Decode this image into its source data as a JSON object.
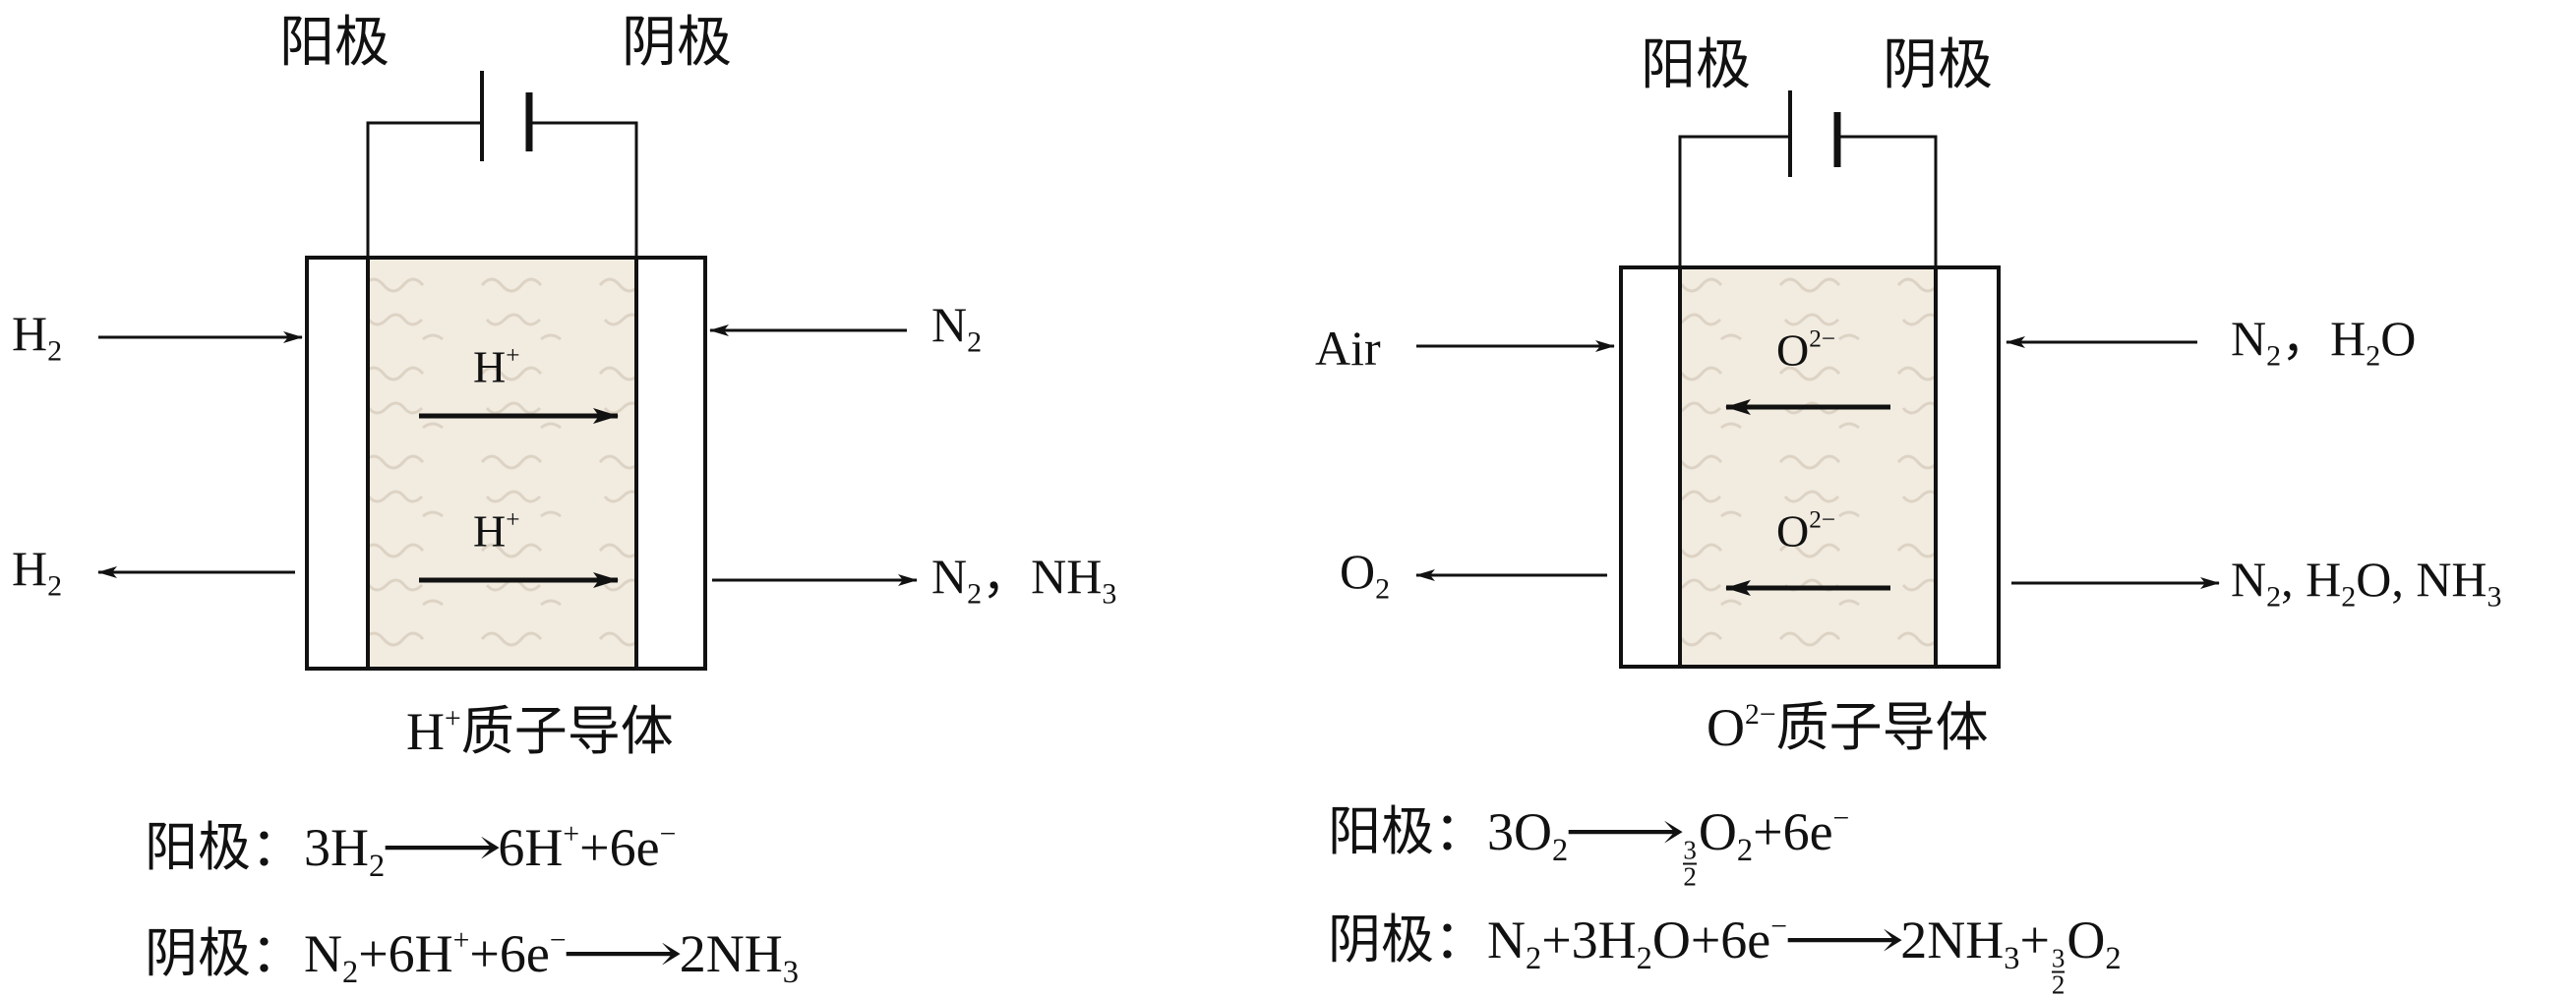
{
  "colors": {
    "line": "#111111",
    "electrolyte": "#f1ebe0"
  },
  "left_cell": {
    "anode_label": "阳极",
    "cathode_label": "阴极",
    "inlet_left": [
      {
        "t": "H"
      },
      {
        "sub": "2"
      }
    ],
    "outlet_left": [
      {
        "t": "H"
      },
      {
        "sub": "2"
      }
    ],
    "inlet_right": [
      {
        "t": "N"
      },
      {
        "sub": "2"
      }
    ],
    "outlet_right": [
      {
        "t": "N"
      },
      {
        "sub": "2"
      },
      {
        "t": "，NH"
      },
      {
        "sub": "3"
      }
    ],
    "ion_top": [
      {
        "t": "H"
      },
      {
        "sup": "+"
      }
    ],
    "ion_bottom": [
      {
        "t": "H"
      },
      {
        "sup": "+"
      }
    ],
    "caption": [
      {
        "t": "H"
      },
      {
        "sup": "+"
      },
      {
        "t": "质子导体"
      }
    ],
    "equation_anode": [
      {
        "t": "阳极："
      },
      {
        "t": "3H"
      },
      {
        "sub": "2"
      },
      {
        "arrow": "⟶"
      },
      {
        "t": "6H"
      },
      {
        "sup": "+"
      },
      {
        "t": "+6e"
      },
      {
        "sup": "−"
      }
    ],
    "equation_cathode": [
      {
        "t": "阴极："
      },
      {
        "t": "N"
      },
      {
        "sub": "2"
      },
      {
        "t": "+6H"
      },
      {
        "sup": "+"
      },
      {
        "t": "+6e"
      },
      {
        "sup": "−"
      },
      {
        "arrow": "⟶"
      },
      {
        "t": "2NH"
      },
      {
        "sub": "3"
      }
    ]
  },
  "right_cell": {
    "anode_label": "阳极",
    "cathode_label": "阴极",
    "inlet_left": [
      {
        "t": "Air"
      }
    ],
    "outlet_left": [
      {
        "t": "O"
      },
      {
        "sub": "2"
      }
    ],
    "inlet_right": [
      {
        "t": "N"
      },
      {
        "sub": "2"
      },
      {
        "t": "，H"
      },
      {
        "sub": "2"
      },
      {
        "t": "O"
      }
    ],
    "outlet_right": [
      {
        "t": "N"
      },
      {
        "sub": "2"
      },
      {
        "t": ", H"
      },
      {
        "sub": "2"
      },
      {
        "t": "O, NH"
      },
      {
        "sub": "3"
      }
    ],
    "ion_top": [
      {
        "t": "O"
      },
      {
        "sup": "2−"
      }
    ],
    "ion_bottom": [
      {
        "t": "O"
      },
      {
        "sup": "2−"
      }
    ],
    "caption": [
      {
        "t": "O"
      },
      {
        "sup": "2−"
      },
      {
        "t": "质子导体"
      }
    ],
    "equation_anode": [
      {
        "t": "阳极："
      },
      {
        "t": "3O"
      },
      {
        "sub": "2"
      },
      {
        "arrow": "⟶"
      },
      {
        "frac": [
          "3",
          "2"
        ]
      },
      {
        "t": "O"
      },
      {
        "sub": "2"
      },
      {
        "t": "+6e"
      },
      {
        "sup": "−"
      }
    ],
    "equation_cathode": [
      {
        "t": "阴极："
      },
      {
        "t": "N"
      },
      {
        "sub": "2"
      },
      {
        "t": "+3H"
      },
      {
        "sub": "2"
      },
      {
        "t": "O+6e"
      },
      {
        "sup": "−"
      },
      {
        "arrow": "⟶"
      },
      {
        "t": "2NH"
      },
      {
        "sub": "3"
      },
      {
        "t": "+"
      },
      {
        "frac": [
          "3",
          "2"
        ]
      },
      {
        "t": "O"
      },
      {
        "sub": "2"
      }
    ]
  }
}
